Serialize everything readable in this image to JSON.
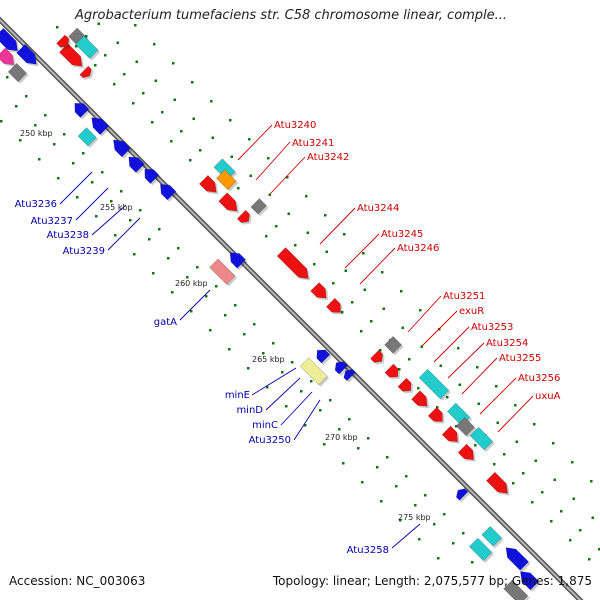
{
  "title": "Agrobacterium tumefaciens str. C58 chromosome linear, comple...",
  "footer": {
    "accession": "Accession: NC_003063",
    "summary": "Topology: linear; Length: 2,075,577 bp; Genes: 1,875"
  },
  "scale_labels": [
    "250 kbp",
    "255 kbp",
    "260 kbp",
    "265 kbp",
    "270 kbp",
    "275 kbp"
  ],
  "gene_labels": {
    "reverse_strand": [
      "Atu3236",
      "Atu3237",
      "Atu3238",
      "Atu3239",
      "gatA",
      "minE",
      "minD",
      "minC",
      "Atu3250",
      "Atu3258"
    ],
    "forward_strand": [
      "Atu3240",
      "Atu3241",
      "Atu3242",
      "Atu3244",
      "Atu3245",
      "Atu3246",
      "Atu3251",
      "exuR",
      "Atu3253",
      "Atu3254",
      "Atu3255",
      "Atu3256",
      "uxuA"
    ]
  },
  "colors": {
    "backbone": "#8a8a8a",
    "forward_label": "#cc0000",
    "reverse_label": "#0000aa",
    "gene_red": "#ee1111",
    "gene_blue": "#1111dd",
    "gene_cyan": "#22cccc",
    "gene_gray": "#777777",
    "gene_orange": "#ff9900",
    "gene_pink": "#ee8888",
    "gene_khaki": "#eeee99",
    "gene_magenta": "#ee3399",
    "tick_dot": "#117711"
  }
}
